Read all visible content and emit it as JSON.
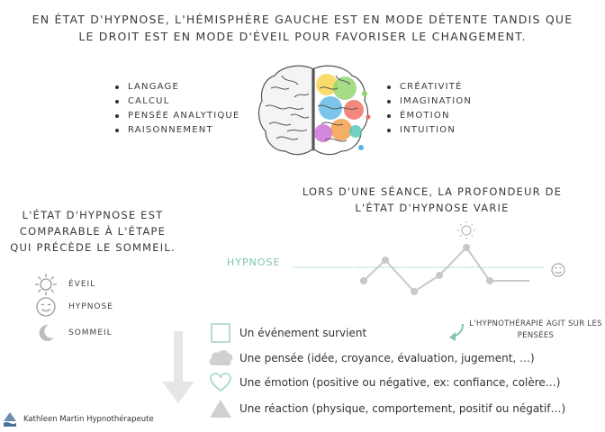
{
  "title": "En état d'hypnose, l'hémisphère gauche est en mode détente tandis que le droit est en mode d'éveil pour favoriser le changement.",
  "left_hemisphere": [
    "Langage",
    "Calcul",
    "Pensée analytique",
    "Raisonnement"
  ],
  "right_hemisphere": [
    "Créativité",
    "Imagination",
    "Émotion",
    "Intuition"
  ],
  "hypnosis_state_text": "L'état d'hypnose est comparable à l'étape qui précède le sommeil.",
  "legend": [
    {
      "icon": "sun-icon",
      "label": "Éveil"
    },
    {
      "icon": "smiley-icon",
      "label": "Hypnose"
    },
    {
      "icon": "moon-icon",
      "label": "Sommeil"
    }
  ],
  "depth_text": "Lors d'une séance, la profondeur de l'état d'hypnose varie",
  "hypnose_line_label": "Hypnose",
  "steps": [
    {
      "icon": "square-icon",
      "text": "Un événement survient"
    },
    {
      "icon": "cloud-icon",
      "text": "Une pensée (idée, croyance, évaluation, jugement, …)"
    },
    {
      "icon": "heart-icon",
      "text": "Une émotion (positive ou négative, ex: confiance, colère…)"
    },
    {
      "icon": "triangle-icon",
      "text": "Une réaction (physique, comportement, positif ou négatif…)"
    }
  ],
  "hypnotherapy_note": "L'hypnothérapie agit sur les pensées",
  "footer": "Kathleen Martin Hypnothérapeute",
  "colors": {
    "accent": "#7fc3b1",
    "grey": "#bdbdbd",
    "text": "#333333"
  }
}
